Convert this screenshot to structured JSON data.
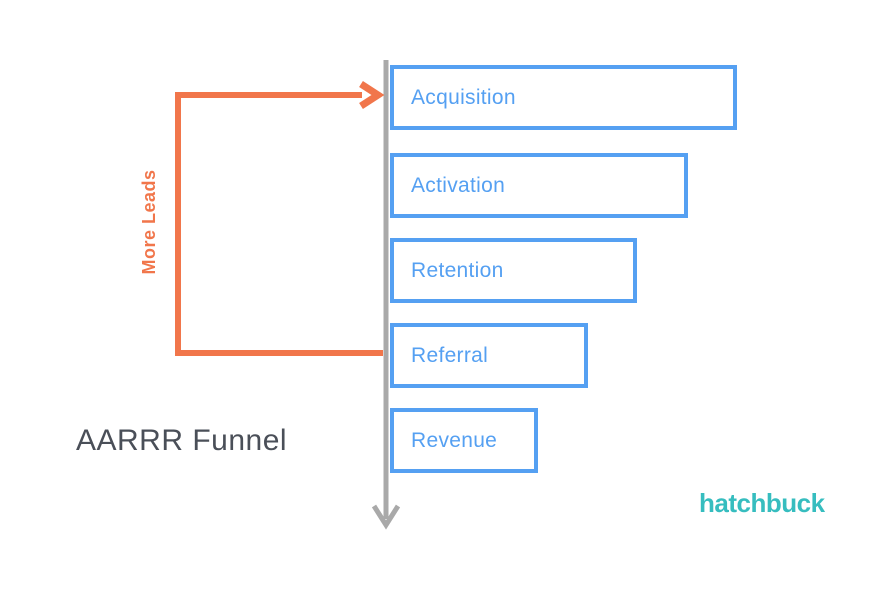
{
  "diagram": {
    "title": "AARRR Funnel",
    "brand": "hatchbuck",
    "loop_label": "More Leads",
    "stages": [
      {
        "label": "Acquisition"
      },
      {
        "label": "Activation"
      },
      {
        "label": "Retention"
      },
      {
        "label": "Referral"
      },
      {
        "label": "Revenue"
      }
    ],
    "colors": {
      "stage_blue": "#55A0F2",
      "loop_orange": "#F1764B",
      "axis_gray": "#A9A9A9",
      "title_gray": "#4A4F58",
      "brand_teal": "#36BDBF"
    }
  }
}
